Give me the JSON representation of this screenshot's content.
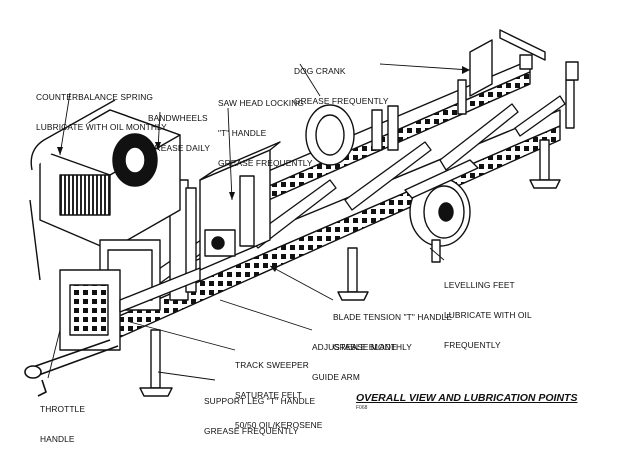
{
  "title": "OVERALL VIEW AND LUBRICATION POINTS",
  "figure_code": "F068",
  "callouts": [
    {
      "id": "counterbalance",
      "lines": [
        "COUNTERBALANCE SPRING",
        "LUBRICATE WITH OIL MONTHLY"
      ]
    },
    {
      "id": "bandwheels",
      "lines": [
        "BANDWHEELS",
        "GREASE DAILY"
      ]
    },
    {
      "id": "saw-head-lock",
      "lines": [
        "SAW HEAD LOCKING",
        "\"T\" HANDLE",
        "GREASE FREQUENTLY"
      ]
    },
    {
      "id": "dog-crank",
      "lines": [
        "DOG CRANK",
        "GREASE FREQUENTLY"
      ]
    },
    {
      "id": "levelling-feet",
      "lines": [
        "LEVELLING FEET",
        "LUBRICATE WITH OIL",
        "FREQUENTLY"
      ]
    },
    {
      "id": "blade-tension",
      "lines": [
        "BLADE TENSION \"T\" HANDLE",
        "GREASE MONTHLY"
      ]
    },
    {
      "id": "adjustable-blade-guide",
      "lines": [
        "ADJUSTABLE BLADE",
        "GUIDE ARM"
      ]
    },
    {
      "id": "track-sweeper",
      "lines": [
        "TRACK SWEEPER",
        "SATURATE FELT",
        "50/50 OIL/KEROSENE"
      ]
    },
    {
      "id": "support-leg",
      "lines": [
        "SUPPORT LEG \"T\" HANDLE",
        "GREASE FREQUENTLY"
      ]
    },
    {
      "id": "throttle",
      "lines": [
        "THROTTLE",
        "HANDLE"
      ]
    }
  ]
}
